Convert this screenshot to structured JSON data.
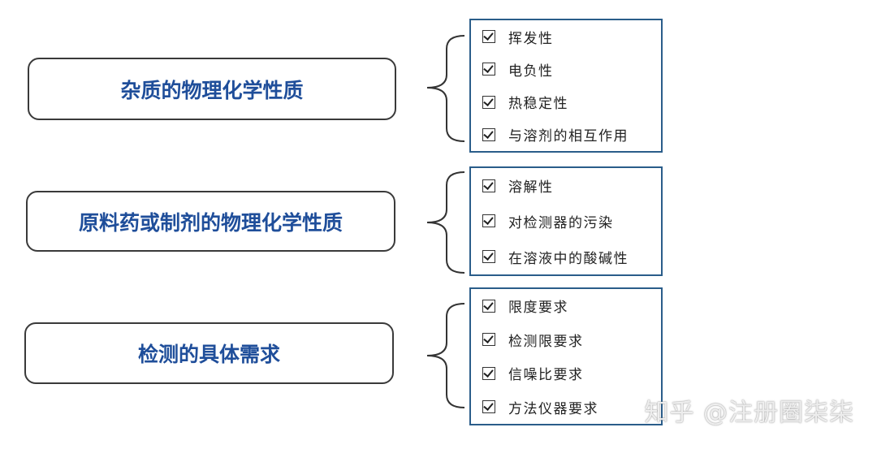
{
  "groups": [
    {
      "title": "杂质的物理化学性质",
      "items": [
        "挥发性",
        "电负性",
        "热稳定性",
        "与溶剂的相互作用"
      ]
    },
    {
      "title": "原料药或制剂的物理化学性质",
      "items": [
        "溶解性",
        "对检测器的污染",
        "在溶液中的酸碱性"
      ]
    },
    {
      "title": "检测的具体需求",
      "items": [
        "限度要求",
        "检测限要求",
        "信噪比要求",
        "方法仪器要求"
      ]
    }
  ],
  "watermark": "知乎 @注册圈柒柒",
  "colors": {
    "category_text": "#1f4e9a",
    "items_border": "#2a5d8a"
  }
}
